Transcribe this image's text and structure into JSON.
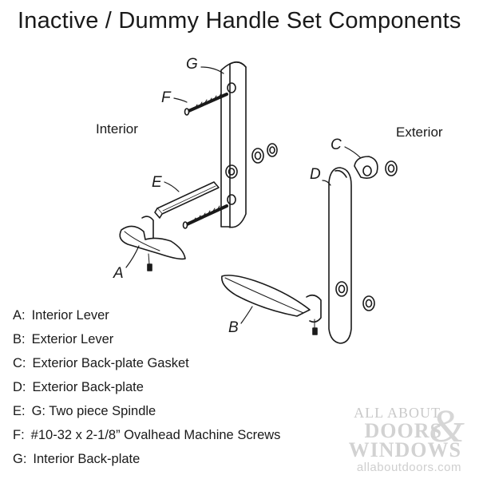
{
  "title": "Inactive / Dummy Handle Set Components",
  "side_labels": {
    "interior": "Interior",
    "exterior": "Exterior"
  },
  "callouts": {
    "a": "A",
    "b": "B",
    "c": "C",
    "d": "D",
    "e": "E",
    "f": "F",
    "g": "G"
  },
  "legend": [
    {
      "key": "A:",
      "text": "Interior Lever"
    },
    {
      "key": "B:",
      "text": "Exterior Lever"
    },
    {
      "key": "C:",
      "text": "Exterior Back-plate Gasket"
    },
    {
      "key": "D:",
      "text": "Exterior Back-plate"
    },
    {
      "key": "E:",
      "text": "G:  Two piece Spindle"
    },
    {
      "key": "F:",
      "text": "#10-32 x 2-1/8” Ovalhead Machine Screws"
    },
    {
      "key": "G:",
      "text": "Interior Back-plate"
    }
  ],
  "watermark": {
    "line1": "ALL ABOUT",
    "line2": "DOORS",
    "ampersand": "&",
    "line3": "WINDOWS",
    "url": "allaboutdoors.com"
  },
  "colors": {
    "line": "#1a1a1a",
    "watermark": "#cccccc"
  }
}
